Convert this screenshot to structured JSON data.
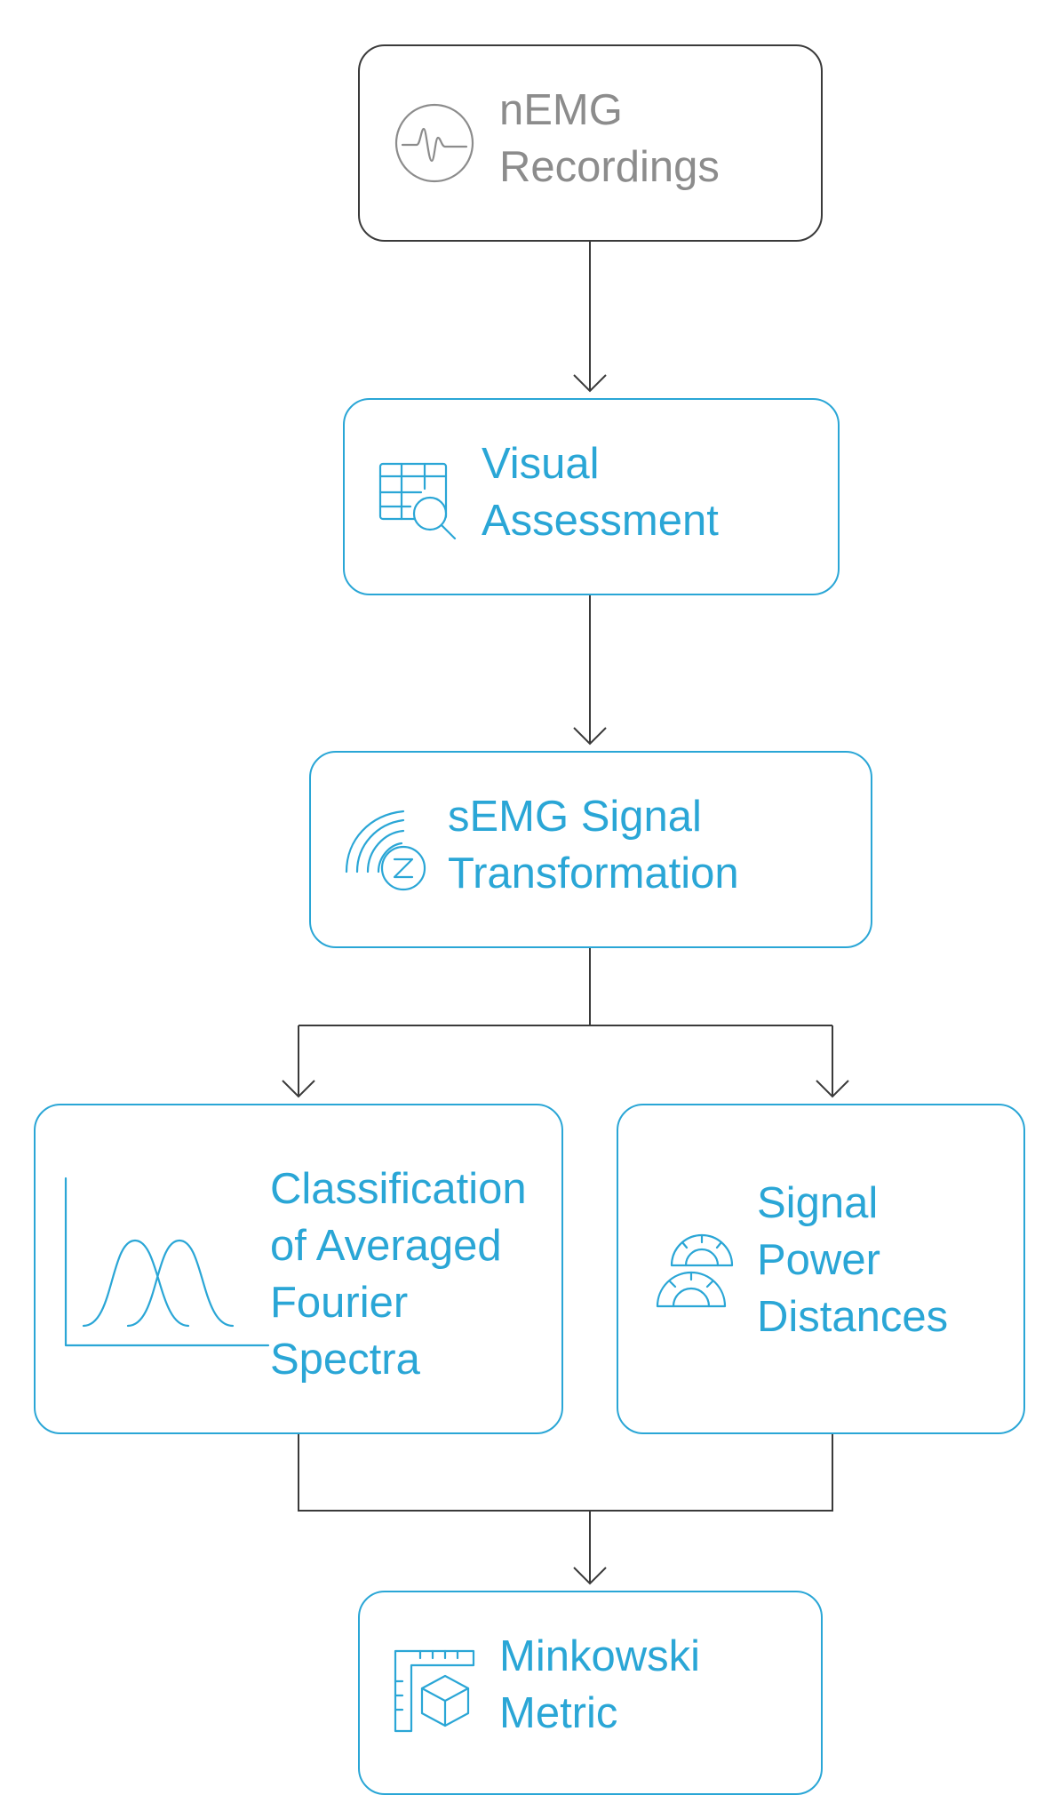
{
  "diagram": {
    "nodes": [
      {
        "id": "nemg-recordings",
        "lines": [
          "nEMG",
          "Recordings"
        ],
        "icon": "waveform-circle-icon",
        "color": "#8c8c8c",
        "border": "#3a3a3a"
      },
      {
        "id": "visual-assessment",
        "lines": [
          "Visual",
          "Assessment"
        ],
        "icon": "table-magnifier-icon",
        "color": "#2aa6d6"
      },
      {
        "id": "semg-signal-transformation",
        "lines": [
          "sEMG Signal",
          "Transformation"
        ],
        "icon": "signal-waves-z-icon",
        "color": "#2aa6d6"
      },
      {
        "id": "classification-averaged-fourier",
        "lines": [
          "Classification",
          "of Averaged",
          "Fourier",
          "Spectra"
        ],
        "icon": "gaussian-curves-icon",
        "color": "#2aa6d6"
      },
      {
        "id": "signal-power-distances",
        "lines": [
          "Signal",
          "Power",
          "Distances"
        ],
        "icon": "power-gauges-icon",
        "color": "#2aa6d6"
      },
      {
        "id": "minkowski-metric",
        "lines": [
          "Minkowski",
          "Metric"
        ],
        "icon": "ruler-cube-icon",
        "color": "#2aa6d6"
      }
    ],
    "edges": [
      {
        "from": "nemg-recordings",
        "to": "visual-assessment"
      },
      {
        "from": "visual-assessment",
        "to": "semg-signal-transformation"
      },
      {
        "from": "semg-signal-transformation",
        "to": "classification-averaged-fourier"
      },
      {
        "from": "semg-signal-transformation",
        "to": "signal-power-distances"
      },
      {
        "from": "classification-averaged-fourier",
        "to": "minkowski-metric"
      },
      {
        "from": "signal-power-distances",
        "to": "minkowski-metric"
      }
    ],
    "colors": {
      "accent": "#2aa6d6",
      "muted_text": "#8c8c8c",
      "connector": "#3a3a3a"
    }
  }
}
